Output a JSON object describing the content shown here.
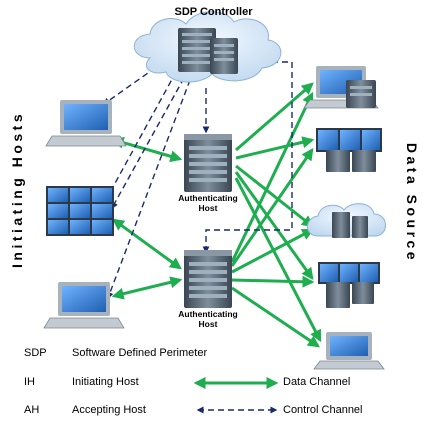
{
  "controller": {
    "title": "SDP Controller"
  },
  "gateways": [
    {
      "line1": "Authenticating",
      "line2": "Host"
    },
    {
      "line1": "Authenticating",
      "line2": "Host"
    }
  ],
  "sides": {
    "left": "Initiating Hosts",
    "right": "Data Source"
  },
  "legend": {
    "items": [
      {
        "abbr": "SDP",
        "definition": "Software Defined Perimeter"
      },
      {
        "abbr": "IH",
        "definition": "Initiating Host"
      },
      {
        "abbr": "AH",
        "definition": "Accepting Host"
      }
    ],
    "data_channel": "Data Channel",
    "control_channel": "Control Channel"
  },
  "colors": {
    "data_channel": "#1fae4f",
    "control_channel": "#1b2a6b",
    "cloud": "#cfe3f5",
    "server": "#50606f",
    "screen": "#2f7fd6"
  }
}
